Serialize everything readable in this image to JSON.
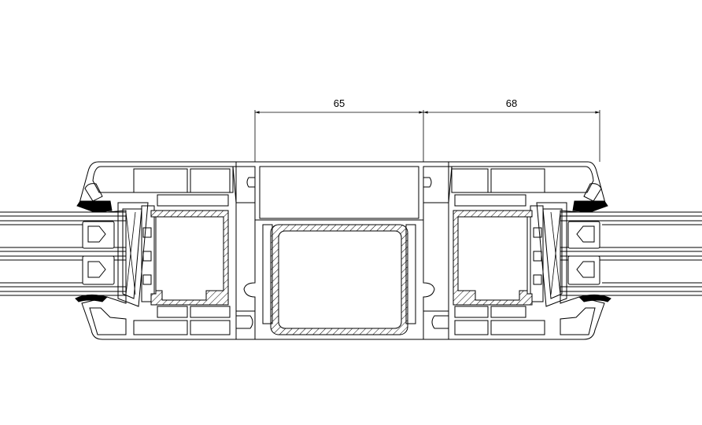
{
  "dimensions": [
    {
      "label": "65",
      "value": 65
    },
    {
      "label": "68",
      "value": 68
    }
  ]
}
